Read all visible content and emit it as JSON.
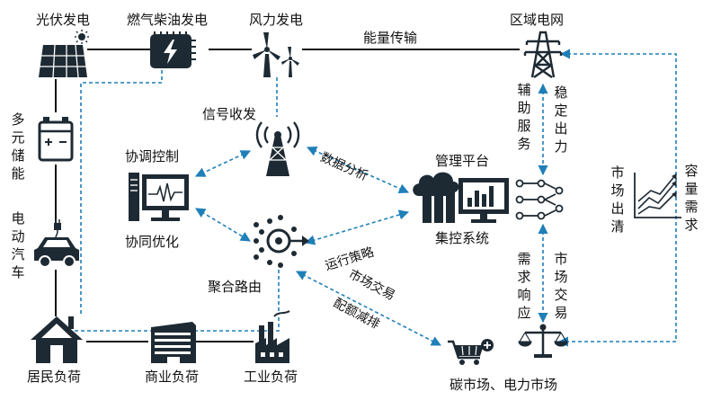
{
  "nodes": {
    "solar": "光伏发电",
    "gas_diesel": "燃气柴油发电",
    "wind": "风力发电",
    "regional_grid": "区域电网",
    "signal": "信号收发",
    "coord_control": "协调控制",
    "co_optimize": "协同优化",
    "aggregation_router": "聚合路由",
    "mgmt_platform": "管理平台",
    "central_system": "集控系统",
    "storage": "多元储能",
    "ev": "电动汽车",
    "residential": "居民负荷",
    "commercial": "商业负荷",
    "industrial": "工业负荷",
    "markets": "碳市场、电力市场"
  },
  "edges": {
    "energy_transmission": "能量传输",
    "ancillary_service": "辅助服务",
    "stable_output": "稳定出力",
    "data_analysis": "数据分析",
    "operation_strategy": "运行策略",
    "market_trading_1": "市场交易",
    "quota_emission": "配额减排",
    "demand_response": "需求响应",
    "market_trading_2": "市场交易",
    "market_clearing": "市场出清",
    "capacity_demand": "容量需求"
  },
  "colors": {
    "icon": "#1e2a33",
    "dashed_arrow": "#1f7fb8",
    "solid_line": "#111111"
  },
  "icons": [
    "solar-panel-icon",
    "generator-icon",
    "wind-turbine-icon",
    "transmission-tower-icon",
    "antenna-icon",
    "monitor-icon",
    "router-icon",
    "server-icon",
    "battery-icon",
    "car-icon",
    "house-icon",
    "office-building-icon",
    "factory-icon",
    "cart-icon",
    "scale-icon",
    "growth-chart-icon"
  ]
}
